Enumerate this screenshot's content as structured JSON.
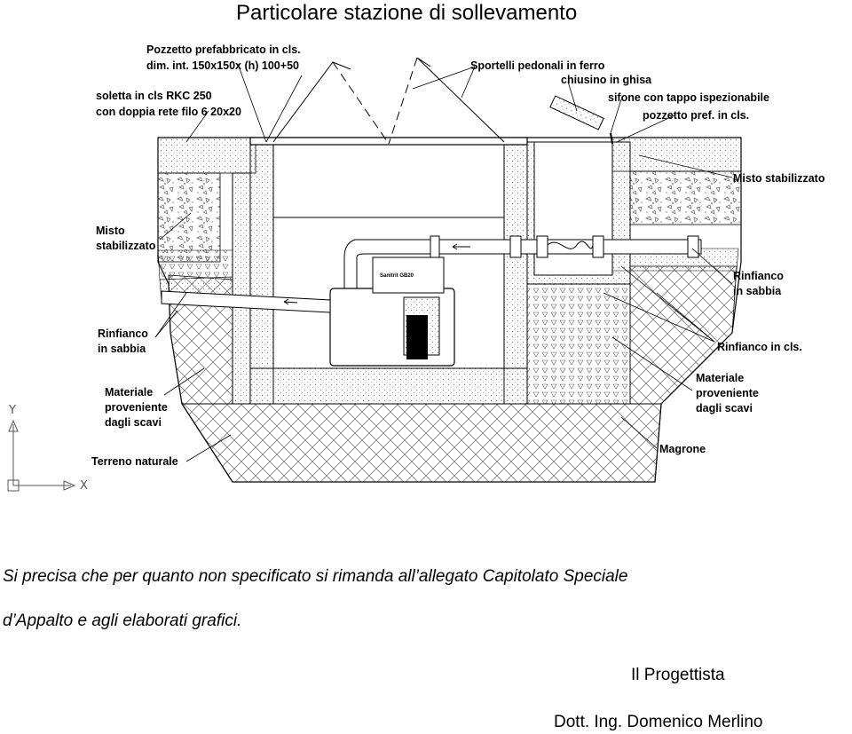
{
  "drawing": {
    "title": "Particolare stazione di sollevamento",
    "labels": {
      "pozzetto_line1": "Pozzetto prefabbricato in cls.",
      "pozzetto_line2": "dim. int. 150x150x (h) 100+50",
      "soletta_line1": "soletta in cls  RKC 250",
      "soletta_line2": "con doppia rete filo 6   20x20",
      "sportelli": "Sportelli pedonali in ferro",
      "chiusino": "chiusino in ghisa",
      "sifone": "sifone con tappo ispezionabile",
      "pozzetto_pref": "pozzetto pref. in cls.",
      "misto_right": "Misto stabilizzato",
      "misto_left_line1": "Misto",
      "misto_left_line2": "stabilizzato",
      "rinfianco_right_line1": "Rinfianco",
      "rinfianco_right_line2": "in sabbia",
      "rinfianco_left_line1": "Rinfianco",
      "rinfianco_left_line2": "in sabbia",
      "rinfianco_cls": "Rinfianco in cls.",
      "materiale_right_line1": "Materiale",
      "materiale_right_line2": "proveniente",
      "materiale_right_line3": "dagli scavi",
      "materiale_left_line1": "Materiale",
      "materiale_left_line2": "proveniente",
      "materiale_left_line3": "dagli scavi",
      "terreno": "Terreno naturale",
      "magrone": "Magrone",
      "pump_brand": "Sanitrit GB20"
    },
    "axis": {
      "y": "Y",
      "x": "X"
    }
  },
  "note": {
    "line1": "Si precisa che per quanto non specificato si rimanda all’allegato Capitolato Speciale",
    "line2": "d’Appalto e agli elaborati grafici."
  },
  "signature": {
    "role": "Il Progettista",
    "name": "Dott. Ing. Domenico Merlino"
  }
}
